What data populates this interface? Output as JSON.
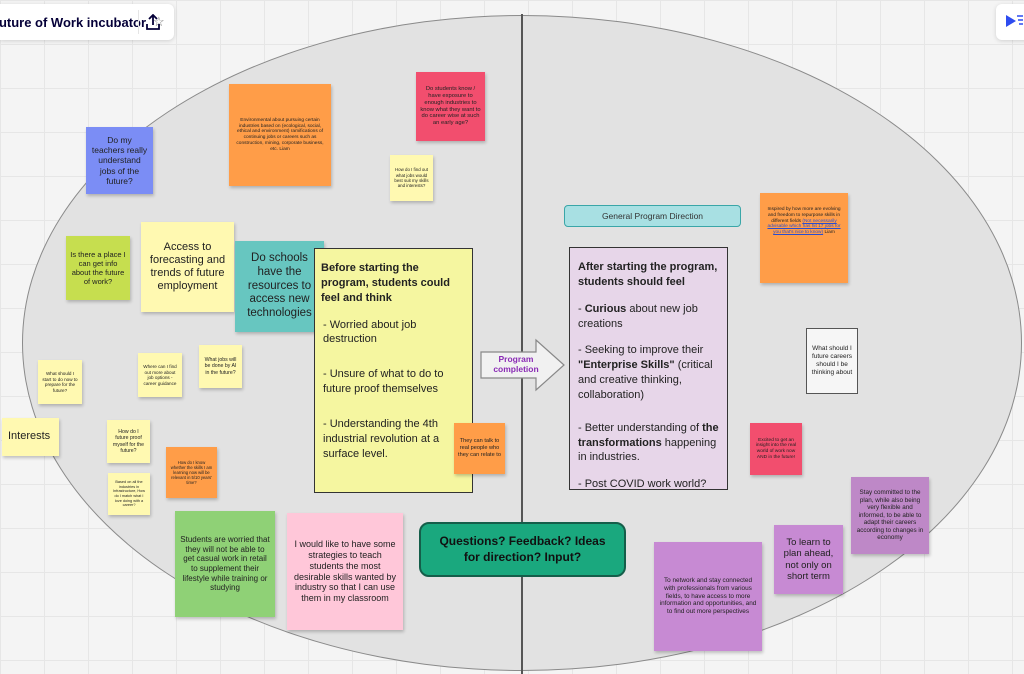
{
  "board": {
    "title": "Future of Work incubator",
    "star_icon": "star-icon",
    "share_icon": "upload-icon",
    "filter_icon": "filter-icon"
  },
  "notes": {
    "teachers": "Do my teachers really understand jobs of the future?",
    "info_place": "Is there a place I can get info about the future of work?",
    "forecasting": "Access to forecasting and trends of future employment",
    "schools": "Do schools have the resources to access new technologies",
    "environmental": "Environmental about pursuing certain industries based on (ecological, social, ethical and environment) ramifications of continuing jobs or careers such as construction, mining, corporate business, etc. Liam",
    "students_know": "Do students know / have exposure to enough industries to know what they want to do career wise at such an early age?",
    "find_out_jobs": "How do I find out what jobs would best suit my skills and interests?",
    "what_start": "What should I start to do now to prepare for the future?",
    "where_career": "Where can I find out more about job options - career guidance",
    "jobs_ai": "What jobs will be done by AI in the future?",
    "interests": "Interests",
    "future_proof": "How do I future proof myself for the future?",
    "skills_relevant": "How do I know whether the skills I am learning now will be relevant in 5/10 years' time?",
    "based_on": "Based on all the industries in Infrastructure, How do I match what I love doing with a career?",
    "talk_people": "They can talk to real people who they can relate to",
    "retail": "Students are worried that they will not be able to get casual work in retail to supplement their lifestyle while training or studying",
    "strategies": "I would like to have some strategies to teach students the most desirable skills wanted by industry so that I can use them in my classroom",
    "inspired_text": "Inspired by how more are evolving and freedom to repurpose skills in different fields",
    "inspired_link": "(Not necessarily advisable which has hit 17 jobs for you that's nice to know)",
    "inspired_name": "Liam",
    "what_careers": "What should I future careers should I be thinking about",
    "excited": "Excited to get an insight into the real world of work now AND in the future!",
    "stay_committed": "Stay committed to the plan, while also being very flexible and informed, to be able to adapt their careers according to changes in economy",
    "plan_ahead": "To learn to plan ahead, not only on short term",
    "network": "To network and stay connected with professionals from various fields, to have access to more information and opportunities, and to find out more perspectives"
  },
  "before_card": {
    "heading": "Before starting the program, students could feel and think",
    "items": [
      "- Worried about job destruction",
      "- Unsure of what to do to future proof themselves",
      "- Understanding the 4th industrial revolution at a surface level."
    ]
  },
  "after_card": {
    "heading": "After starting the program, students should feel",
    "item1_bold": "Curious",
    "item1_rest": " about new job creations",
    "item2_pre": "- Seeking to improve their ",
    "item2_bold": "\"Enterprise Skills\"",
    "item2_rest": " (critical and creative thinking, collaboration)",
    "item3_pre": "- Better understanding of ",
    "item3_bold": "the transformations",
    "item3_rest": " happening in industries.",
    "item4": "- Post COVID work world?"
  },
  "arrow": {
    "label": "Program completion"
  },
  "general_direction": "General Program Direction",
  "questions": "Questions? Feedback? Ideas for direction? Input?"
}
